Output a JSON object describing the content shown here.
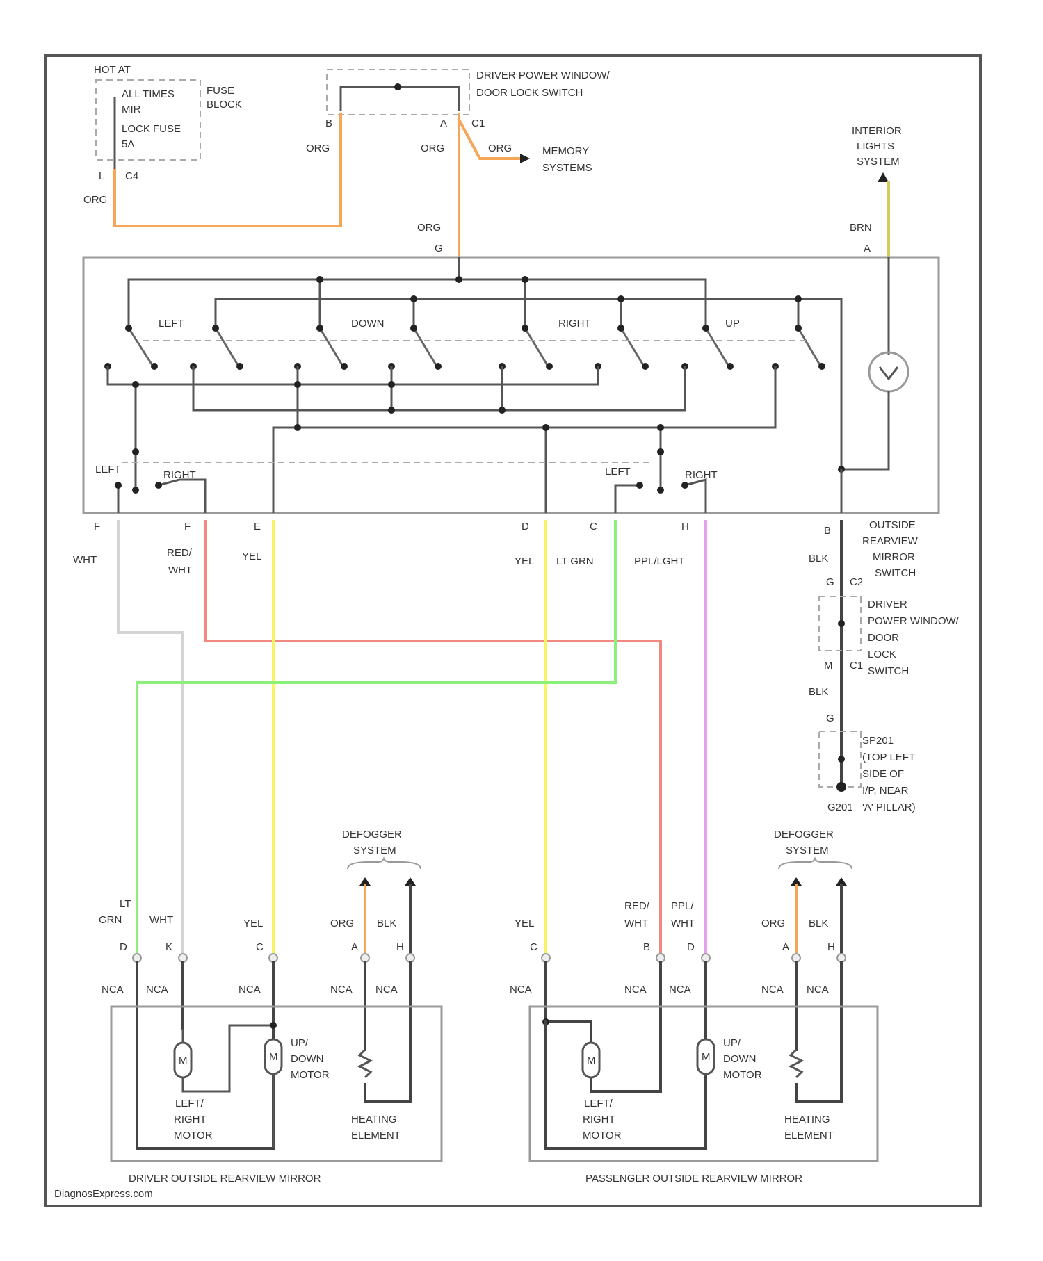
{
  "diagram": {
    "fuse": {
      "hot_at": "HOT AT",
      "all_times": "ALL TIMES",
      "mir": "MIR",
      "lock_fuse": "LOCK FUSE",
      "amp": "5A",
      "fuse_block_1": "FUSE",
      "fuse_block_2": "BLOCK",
      "pin_l": "L",
      "conn_c4": "C4"
    },
    "driver_switch": {
      "title_1": "DRIVER POWER WINDOW/",
      "title_2": "DOOR LOCK SWITCH",
      "pin_b": "B",
      "pin_a": "A",
      "conn_c1": "C1"
    },
    "memory_1": "MEMORY",
    "memory_2": "SYSTEMS",
    "interior_1": "INTERIOR",
    "interior_2": "LIGHTS",
    "interior_3": "SYSTEM",
    "wire_labels": {
      "org1": "ORG",
      "org2": "ORG",
      "org3": "ORG",
      "org4": "ORG",
      "org5": "ORG",
      "brn": "BRN",
      "wht": "WHT",
      "red1": "RED/",
      "wht2": "WHT",
      "yel": "YEL",
      "yel2": "YEL",
      "ltgrn": "LT GRN",
      "ppllght": "PPL/LGHT",
      "blk1": "BLK",
      "blk2": "BLK"
    },
    "mirror_switch": {
      "pin_g": "G",
      "pin_a": "A",
      "left": "LEFT",
      "down": "DOWN",
      "right": "RIGHT",
      "up": "UP",
      "left2": "LEFT",
      "right2": "RIGHT",
      "left3": "LEFT",
      "right3": "RIGHT",
      "pin_f": "F",
      "pin_f2": "F",
      "pin_e": "E",
      "pin_d": "D",
      "pin_c": "C",
      "pin_h": "H",
      "pin_b": "B",
      "name_1": "OUTSIDE",
      "name_2": "REARVIEW",
      "name_3": "MIRROR",
      "name_4": "SWITCH"
    },
    "ground_path": {
      "pin_g": "G",
      "conn_c2": "C2",
      "sw_1": "DRIVER",
      "sw_2": "POWER WINDOW/",
      "sw_3": "DOOR",
      "sw_4": "LOCK",
      "sw_5": "SWITCH",
      "pin_m": "M",
      "conn_c1": "C1",
      "pin_g2": "G",
      "sp_1": "SP201",
      "sp_2": "(TOP LEFT",
      "sp_3": "SIDE OF",
      "sp_4": "I/P, NEAR",
      "sp_5": "'A' PILLAR)",
      "ground": "G201"
    },
    "defogger_left_1": "DEFOGGER",
    "defogger_left_2": "SYSTEM",
    "defogger_right_1": "DEFOGGER",
    "defogger_right_2": "SYSTEM",
    "driver_mirror": {
      "lt": "LT",
      "grn": "GRN",
      "wht": "WHT",
      "yel": "YEL",
      "org": "ORG",
      "blk": "BLK",
      "pin_d": "D",
      "pin_k": "K",
      "pin_c": "C",
      "pin_a": "A",
      "pin_h": "H",
      "nca": "NCA",
      "motor1_1": "LEFT/",
      "motor1_2": "RIGHT",
      "motor1_3": "MOTOR",
      "motor2_1": "UP/",
      "motor2_2": "DOWN",
      "motor2_3": "MOTOR",
      "heat_1": "HEATING",
      "heat_2": "ELEMENT",
      "name": "DRIVER OUTSIDE REARVIEW MIRROR",
      "m": "M"
    },
    "pass_mirror": {
      "yel": "YEL",
      "red": "RED/",
      "wht": "WHT",
      "ppl": "PPL/",
      "wht2": "WHT",
      "org": "ORG",
      "blk": "BLK",
      "pin_c": "C",
      "pin_b": "B",
      "pin_d": "D",
      "pin_a": "A",
      "pin_h": "H",
      "nca": "NCA",
      "motor1_1": "LEFT/",
      "motor1_2": "RIGHT",
      "motor1_3": "MOTOR",
      "motor2_1": "UP/",
      "motor2_2": "DOWN",
      "motor2_3": "MOTOR",
      "heat_1": "HEATING",
      "heat_2": "ELEMENT",
      "name": "PASSENGER OUTSIDE REARVIEW MIRROR",
      "m": "M"
    },
    "watermark": "DiagnosExpress.com"
  },
  "colors": {
    "org": "#f5a657",
    "brn": "#d8c860",
    "red": "#f08a80",
    "yel": "#f5f560",
    "ltgrn": "#8af07a",
    "ppl": "#e6a0f0",
    "wht": "#d4d4d4",
    "blk": "#444444"
  }
}
